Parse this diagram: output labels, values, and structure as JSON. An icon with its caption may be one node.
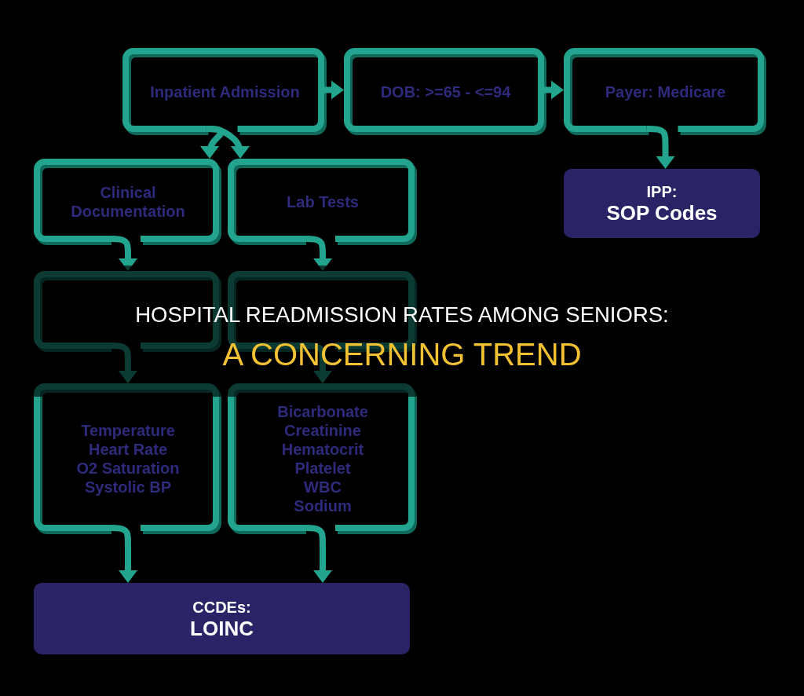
{
  "diagram": {
    "title": "HOSPITAL READMISSION RATES AMONG SENIORS: A CONCERNING TREND",
    "nodes": [
      {
        "text": [
          "Inpatient Admission"
        ]
      },
      {
        "text": [
          "DOB: >=65 - <=94"
        ]
      },
      {
        "text": [
          "Payer: Medicare"
        ]
      },
      {
        "text": [
          "Clinical Documentation"
        ]
      },
      {
        "text": [
          "Lab Tests"
        ]
      },
      {
        "text": [
          "IPP:",
          "SOP Codes"
        ]
      },
      {
        "text": [],
        "shape": "box"
      },
      {
        "text": [],
        "shape": "box"
      },
      {
        "text": [
          "Temperature",
          "Heart Rate",
          "O2 Saturation",
          "Systolic BP"
        ]
      },
      {
        "text": [
          "Bicarbonate",
          "Creatinine",
          "Hematocrit",
          "Platelet",
          "WBC",
          "Sodium"
        ]
      },
      {
        "text": [
          "CCDEs:",
          "LOINC"
        ]
      }
    ],
    "edges": [
      {
        "from": 0,
        "to": 1,
        "arrow": "to"
      },
      {
        "from": 1,
        "to": 2,
        "arrow": "to"
      },
      {
        "from": 0,
        "to": 3,
        "arrow": "to"
      },
      {
        "from": 0,
        "to": 4,
        "arrow": "to"
      },
      {
        "from": 2,
        "to": 5,
        "arrow": "to"
      },
      {
        "from": 3,
        "to": 6,
        "arrow": "to"
      },
      {
        "from": 4,
        "to": 7,
        "arrow": "to"
      },
      {
        "from": 6,
        "to": 8,
        "arrow": "to"
      },
      {
        "from": 7,
        "to": 9,
        "arrow": "to"
      },
      {
        "from": 8,
        "to": 10,
        "arrow": "to"
      },
      {
        "from": 9,
        "to": 10,
        "arrow": "to"
      }
    ]
  }
}
